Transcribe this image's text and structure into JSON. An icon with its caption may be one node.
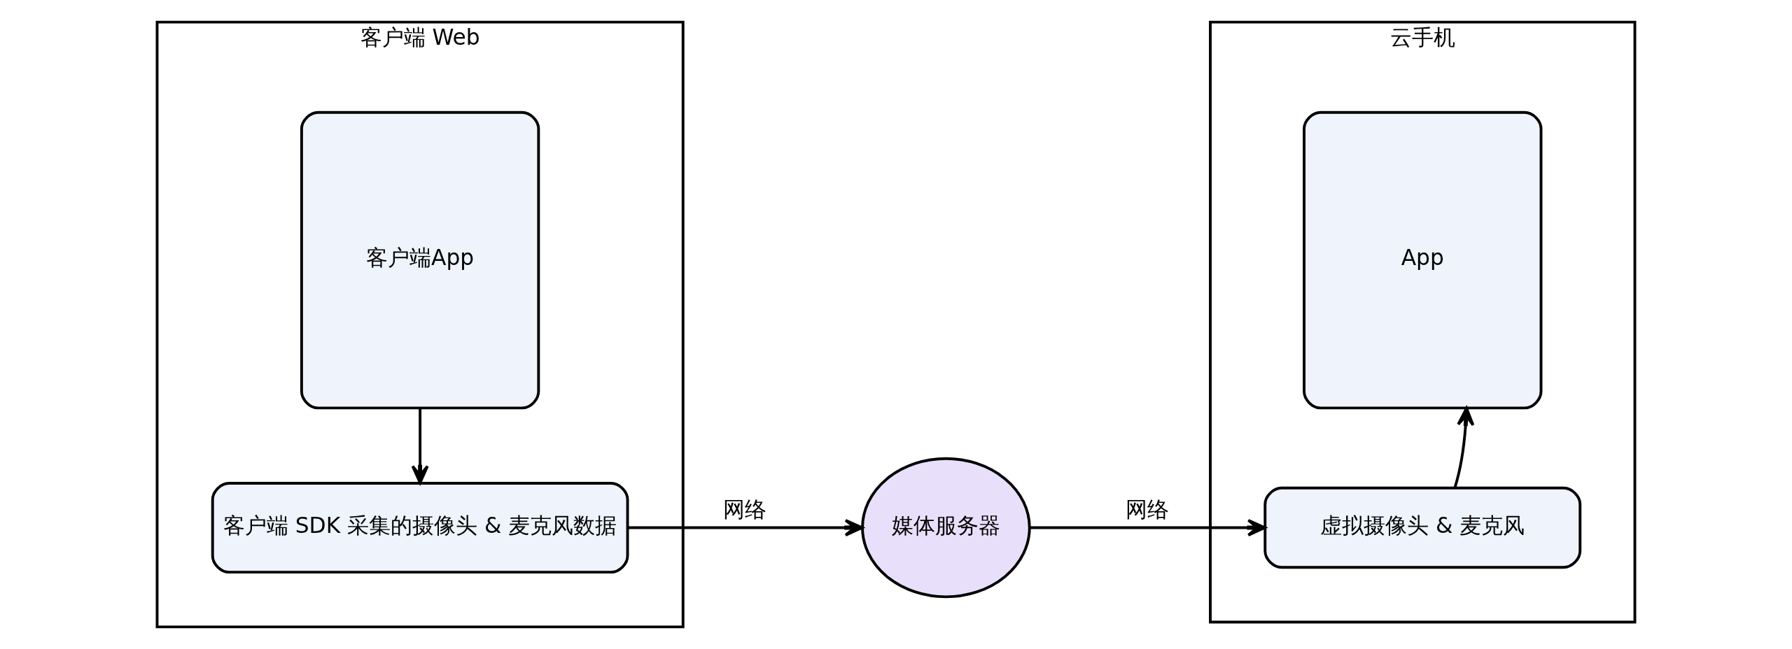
{
  "diagram": {
    "nodes": [
      {
        "text": [
          "客户端 Web"
        ]
      },
      {
        "text": [
          "客户端App"
        ],
        "in": 0
      },
      {
        "text": [
          "客户端 SDK 采集的摄像头 & 麦克风数据"
        ],
        "in": 0
      },
      {
        "text": [
          "媒体服务器"
        ]
      },
      {
        "text": [
          "云手机"
        ]
      },
      {
        "text": [
          "App"
        ],
        "in": 4
      },
      {
        "text": [
          "虚拟摄像头 & 麦克风"
        ],
        "in": 4
      }
    ],
    "edges": [
      {
        "from": 1,
        "to": 2,
        "arrow": "to"
      },
      {
        "from": 2,
        "to": 3,
        "arrow": "to",
        "label": "网络"
      },
      {
        "from": 3,
        "to": 6,
        "arrow": "to",
        "label": "网络"
      },
      {
        "from": 6,
        "to": 5,
        "arrow": "to"
      }
    ]
  }
}
